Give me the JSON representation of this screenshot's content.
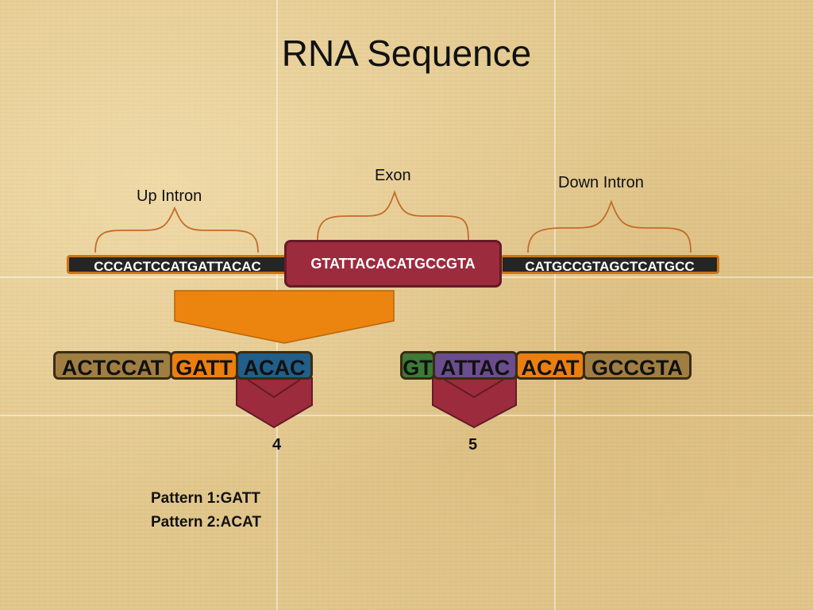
{
  "title": "RNA Sequence",
  "labels": {
    "up_intron": "Up Intron",
    "exon": "Exon",
    "down_intron": "Down Intron"
  },
  "strands": {
    "up_intron": "CCCACTCCATGATTACAC",
    "exon": "GTATTACACATGCCGTA",
    "down_intron": "CATGCCGTAGCTCATGCC"
  },
  "segments_left": [
    {
      "text": "ACTCCAT",
      "color": "#a07d42"
    },
    {
      "text": "GATT",
      "color": "#ea7f10"
    },
    {
      "text": "ACAC",
      "color": "#215e88"
    }
  ],
  "segments_right": [
    {
      "text": "GT",
      "color": "#3c7a35"
    },
    {
      "text": "ATTAC",
      "color": "#6b4d8e"
    },
    {
      "text": "ACAT",
      "color": "#ea7f10"
    },
    {
      "text": "GCCGTA",
      "color": "#a07d42"
    }
  ],
  "positions": {
    "left": "4",
    "right": "5"
  },
  "patterns": {
    "p1": "Pattern 1:GATT",
    "p2": "Pattern 2:ACAT"
  },
  "colors": {
    "funnel": "#ec8410",
    "chevron": "#9c2b3e",
    "brace": "#c46b2a"
  }
}
